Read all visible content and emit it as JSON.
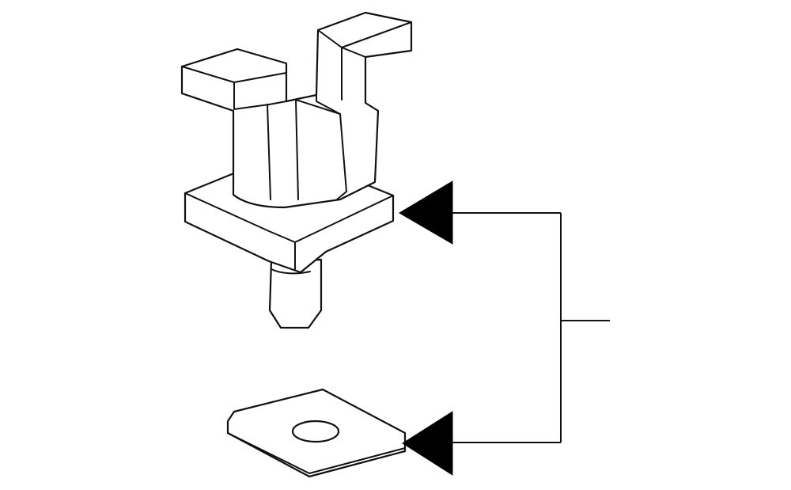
{
  "diagram": {
    "type": "parts-callout",
    "parts": [
      {
        "id": "clip",
        "kind": "push-in retainer clip"
      },
      {
        "id": "washer",
        "kind": "flat washer plate"
      }
    ],
    "callout": {
      "label": "",
      "targets": [
        "clip",
        "washer"
      ]
    }
  },
  "colors": {
    "background": "#ffffff",
    "outline": "#111111",
    "arrow": "#000000"
  }
}
